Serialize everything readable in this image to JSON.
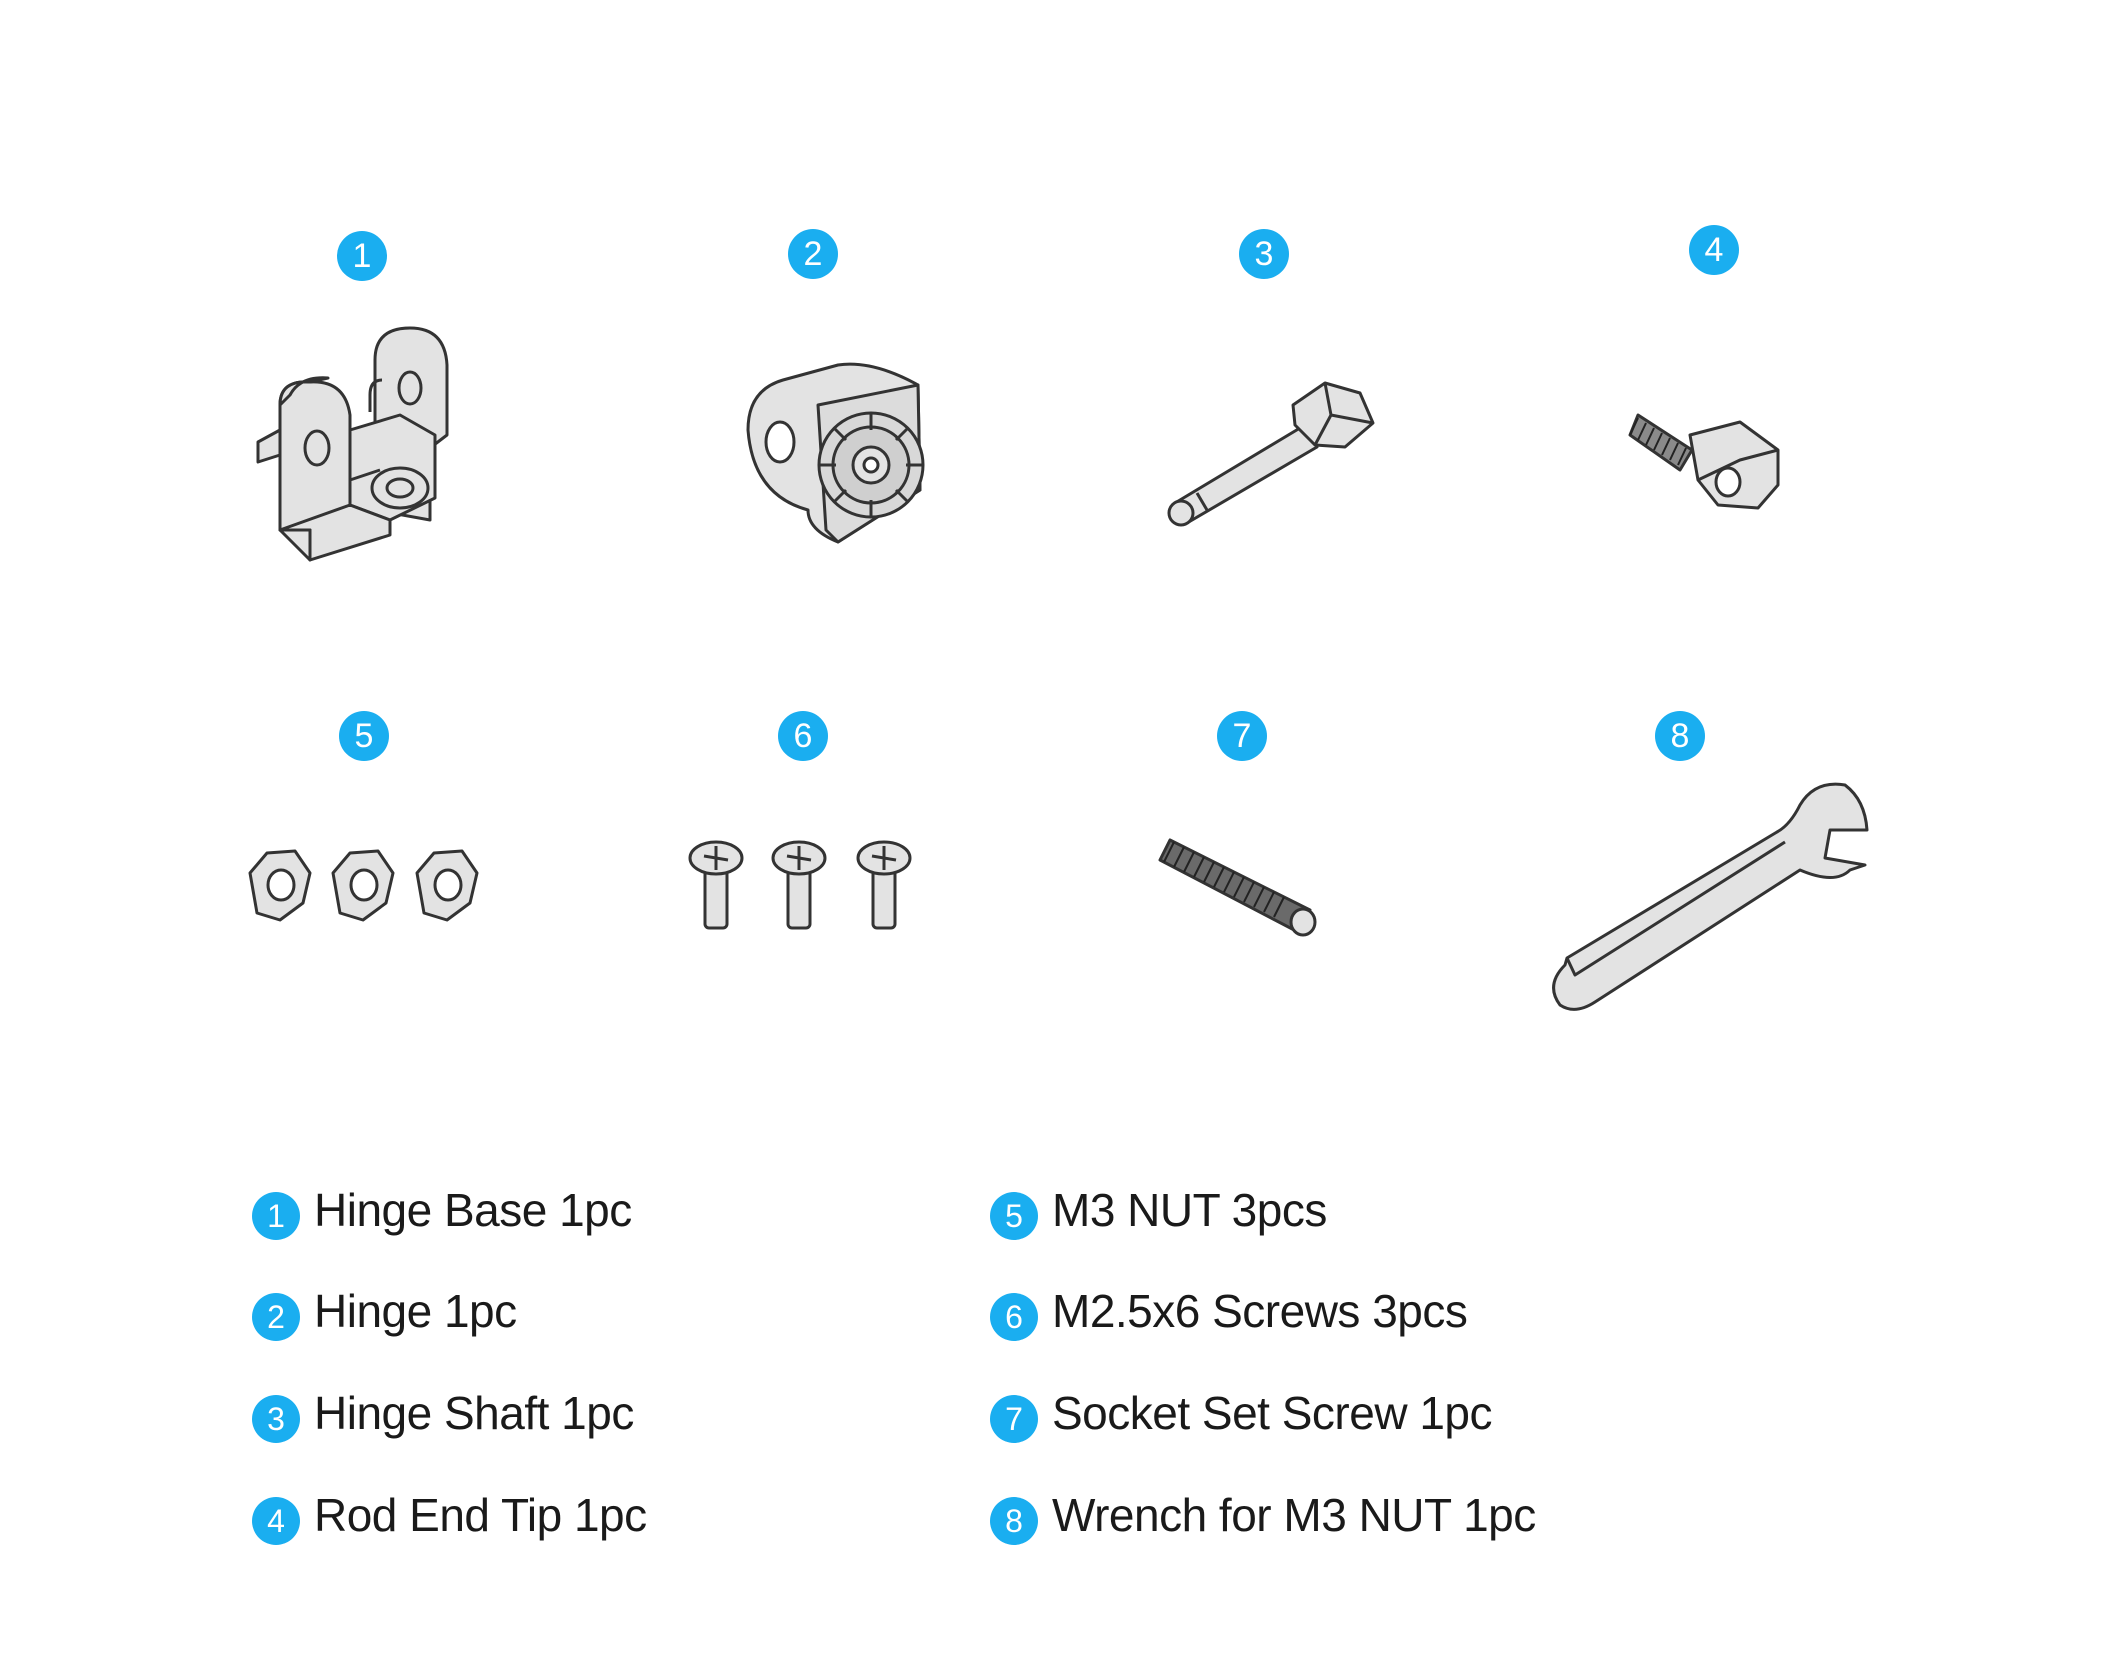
{
  "colors": {
    "accent": "#1aaef0",
    "part_fill": "#e3e3e3",
    "part_stroke": "#333333",
    "text": "#1a1a1a"
  },
  "parts": [
    {
      "number": "1",
      "name": "Hinge Base",
      "qty": "1pc",
      "label": "Hinge Base 1pc",
      "icon": "hinge-base-icon"
    },
    {
      "number": "2",
      "name": "Hinge",
      "qty": "1pc",
      "label": "Hinge 1pc",
      "icon": "hinge-icon"
    },
    {
      "number": "3",
      "name": "Hinge Shaft",
      "qty": "1pc",
      "label": "Hinge Shaft 1pc",
      "icon": "hinge-shaft-icon"
    },
    {
      "number": "4",
      "name": "Rod End Tip",
      "qty": "1pc",
      "label": "Rod End Tip 1pc",
      "icon": "rod-end-tip-icon"
    },
    {
      "number": "5",
      "name": "M3 NUT",
      "qty": "3pcs",
      "label": "M3 NUT 3pcs",
      "icon": "m3-nut-icon"
    },
    {
      "number": "6",
      "name": "M2.5x6 Screws",
      "qty": "3pcs",
      "label": "M2.5x6 Screws 3pcs",
      "icon": "screw-icon"
    },
    {
      "number": "7",
      "name": "Socket Set Screw",
      "qty": "1pc",
      "label": "Socket Set Screw 1pc",
      "icon": "set-screw-icon"
    },
    {
      "number": "8",
      "name": "Wrench for M3 NUT",
      "qty": "1pc",
      "label": "Wrench for M3 NUT 1pc",
      "icon": "wrench-icon"
    }
  ]
}
